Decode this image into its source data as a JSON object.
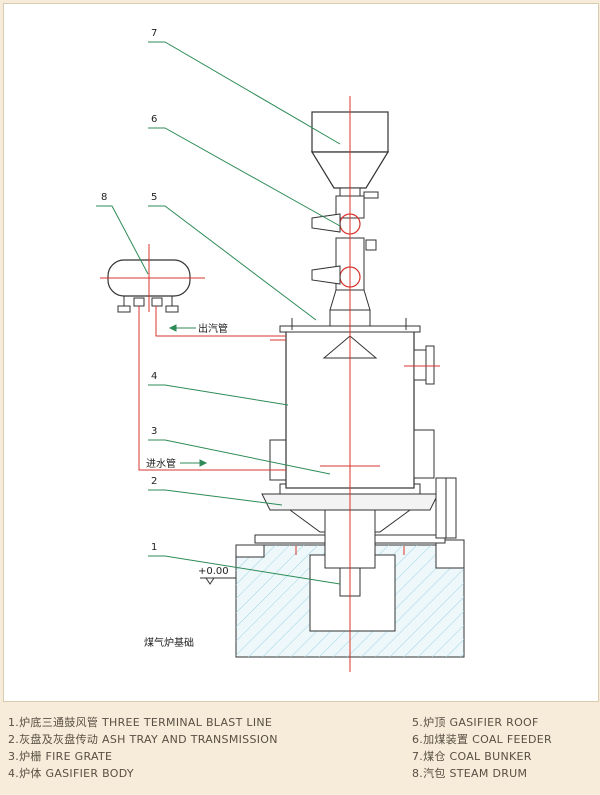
{
  "callouts": {
    "c1": "1",
    "c2": "2",
    "c3": "3",
    "c4": "4",
    "c5": "5",
    "c6": "6",
    "c7": "7",
    "c8": "8"
  },
  "labels": {
    "steam_outlet": "出汽管",
    "water_inlet": "进水管",
    "foundation": "煤气炉基础",
    "elevation": "+0.00"
  },
  "legend": [
    "1.炉底三通鼓风管 THREE TERMINAL BLAST LINE",
    "2.灰盘及灰盘传动 ASH TRAY AND TRANSMISSION",
    "3.炉栅 FIRE GRATE",
    "4.炉体 GASIFIER BODY",
    "5.炉顶 GASIFIER ROOF",
    "6.加煤装置 COAL FEEDER",
    "7.煤仓 COAL BUNKER",
    "8.汽包 STEAM DRUM"
  ],
  "colors": {
    "accent": "#d9342b",
    "leader": "#2e8b57",
    "hatch": "#9fd3e3",
    "background": "#f6ecd9"
  }
}
